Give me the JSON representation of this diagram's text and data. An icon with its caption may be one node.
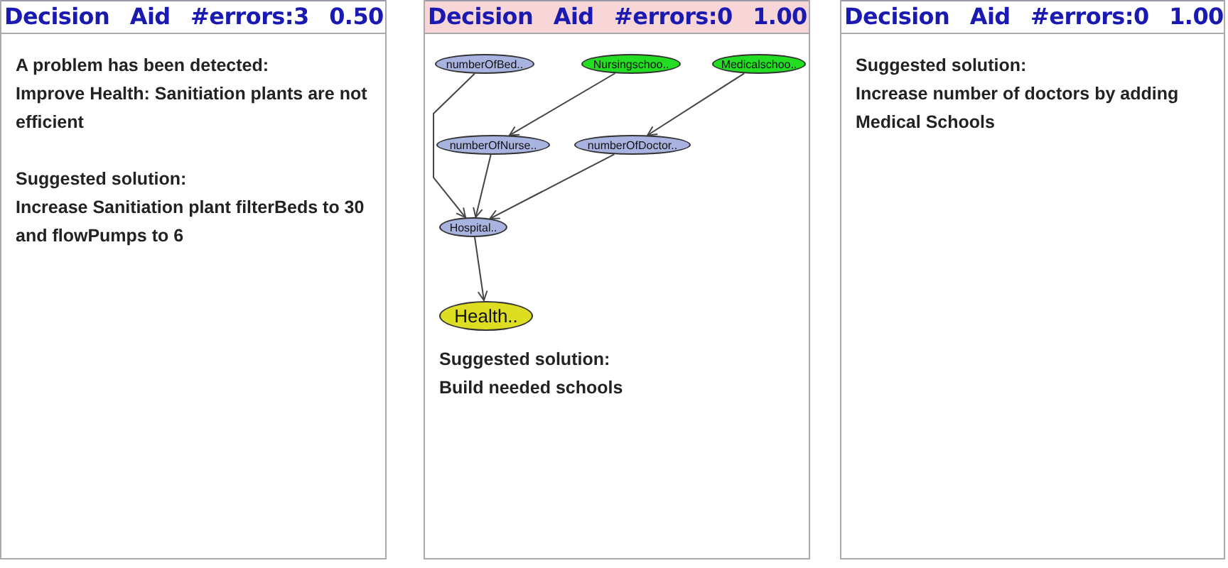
{
  "diagram": {
    "nodes": [
      {
        "text": [
          "Decision Aid #errors:3 0.50",
          "A problem has been detected:",
          "Improve Health: Sanitiation plants are not efficient",
          "Suggested solution:",
          "Increase Sanitiation plant filterBeds to 30 and flowPumps to 6"
        ]
      },
      {
        "text": [
          "Decision Aid #errors:0 1.00",
          "Suggested solution:",
          "Build needed schools"
        ]
      },
      {
        "text": [
          "numberOfBed.."
        ],
        "in": 1
      },
      {
        "text": [
          "Nursingschoo.."
        ],
        "in": 1
      },
      {
        "text": [
          "Medicalschoo.."
        ],
        "in": 1
      },
      {
        "text": [
          "numberOfNurse.."
        ],
        "in": 1
      },
      {
        "text": [
          "numberOfDoctor.."
        ],
        "in": 1
      },
      {
        "text": [
          "Hospital.."
        ],
        "in": 1
      },
      {
        "text": [
          "Health.."
        ],
        "in": 1
      },
      {
        "text": [
          "Decision Aid #errors:0 1.00",
          "Suggested solution:",
          "Increase number of doctors by adding Medical Schools"
        ]
      }
    ],
    "edges": [
      {
        "from": 2,
        "to": 7,
        "arrow": "to"
      },
      {
        "from": 3,
        "to": 5,
        "arrow": "to"
      },
      {
        "from": 4,
        "to": 6,
        "arrow": "to"
      },
      {
        "from": 5,
        "to": 7,
        "arrow": "to"
      },
      {
        "from": 6,
        "to": 7,
        "arrow": "to"
      },
      {
        "from": 7,
        "to": 8,
        "arrow": "to"
      }
    ]
  }
}
